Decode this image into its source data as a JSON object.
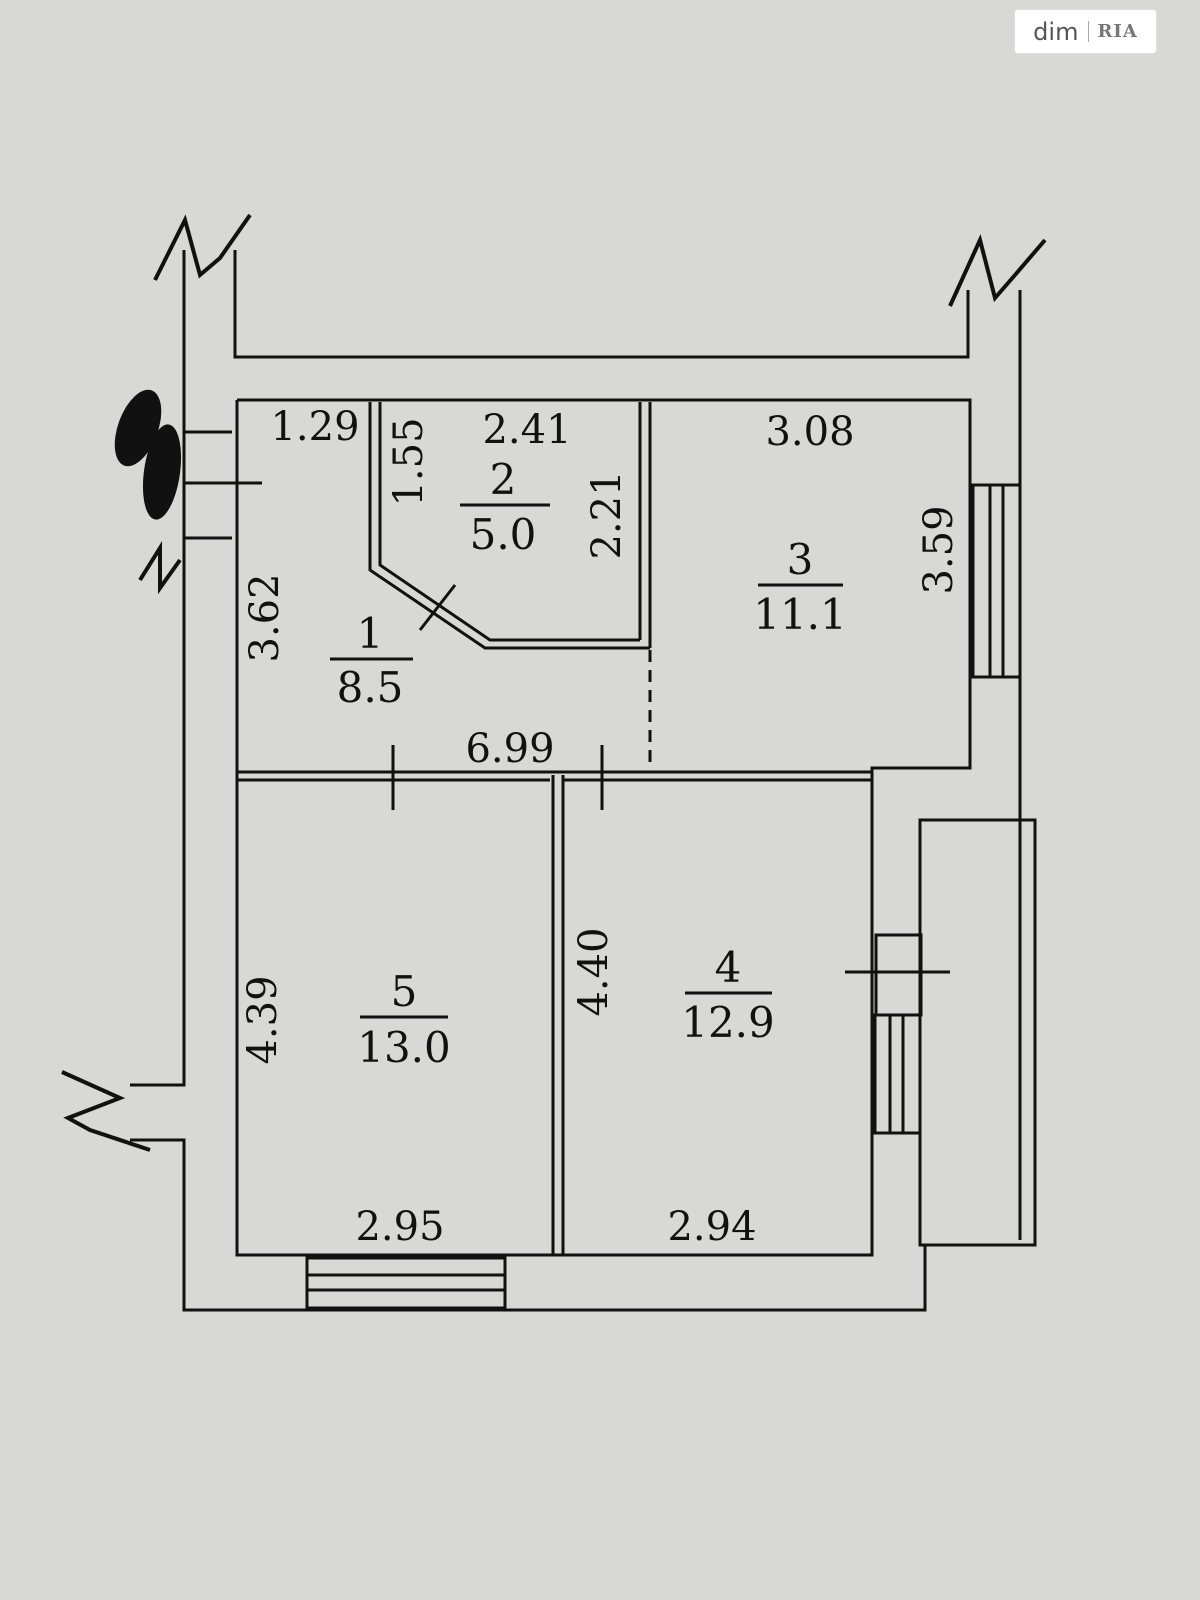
{
  "watermark": {
    "dim": "dim",
    "ria": "RIA"
  },
  "rooms": [
    {
      "number": "1",
      "area": "8.5"
    },
    {
      "number": "2",
      "area": "5.0"
    },
    {
      "number": "3",
      "area": "11.1"
    },
    {
      "number": "4",
      "area": "12.9"
    },
    {
      "number": "5",
      "area": "13.0"
    }
  ],
  "dimensions": {
    "d_1_29": "1.29",
    "d_1_55": "1.55",
    "d_2_41": "2.41",
    "d_2_21": "2.21",
    "d_3_08": "3.08",
    "d_3_59": "3.59",
    "d_3_62": "3.62",
    "d_6_99": "6.99",
    "d_4_39": "4.39",
    "d_4_40": "4.40",
    "d_2_95": "2.95",
    "d_2_94": "2.94"
  },
  "colors": {
    "paper": "#d8d8d6",
    "ink": "#111111"
  }
}
